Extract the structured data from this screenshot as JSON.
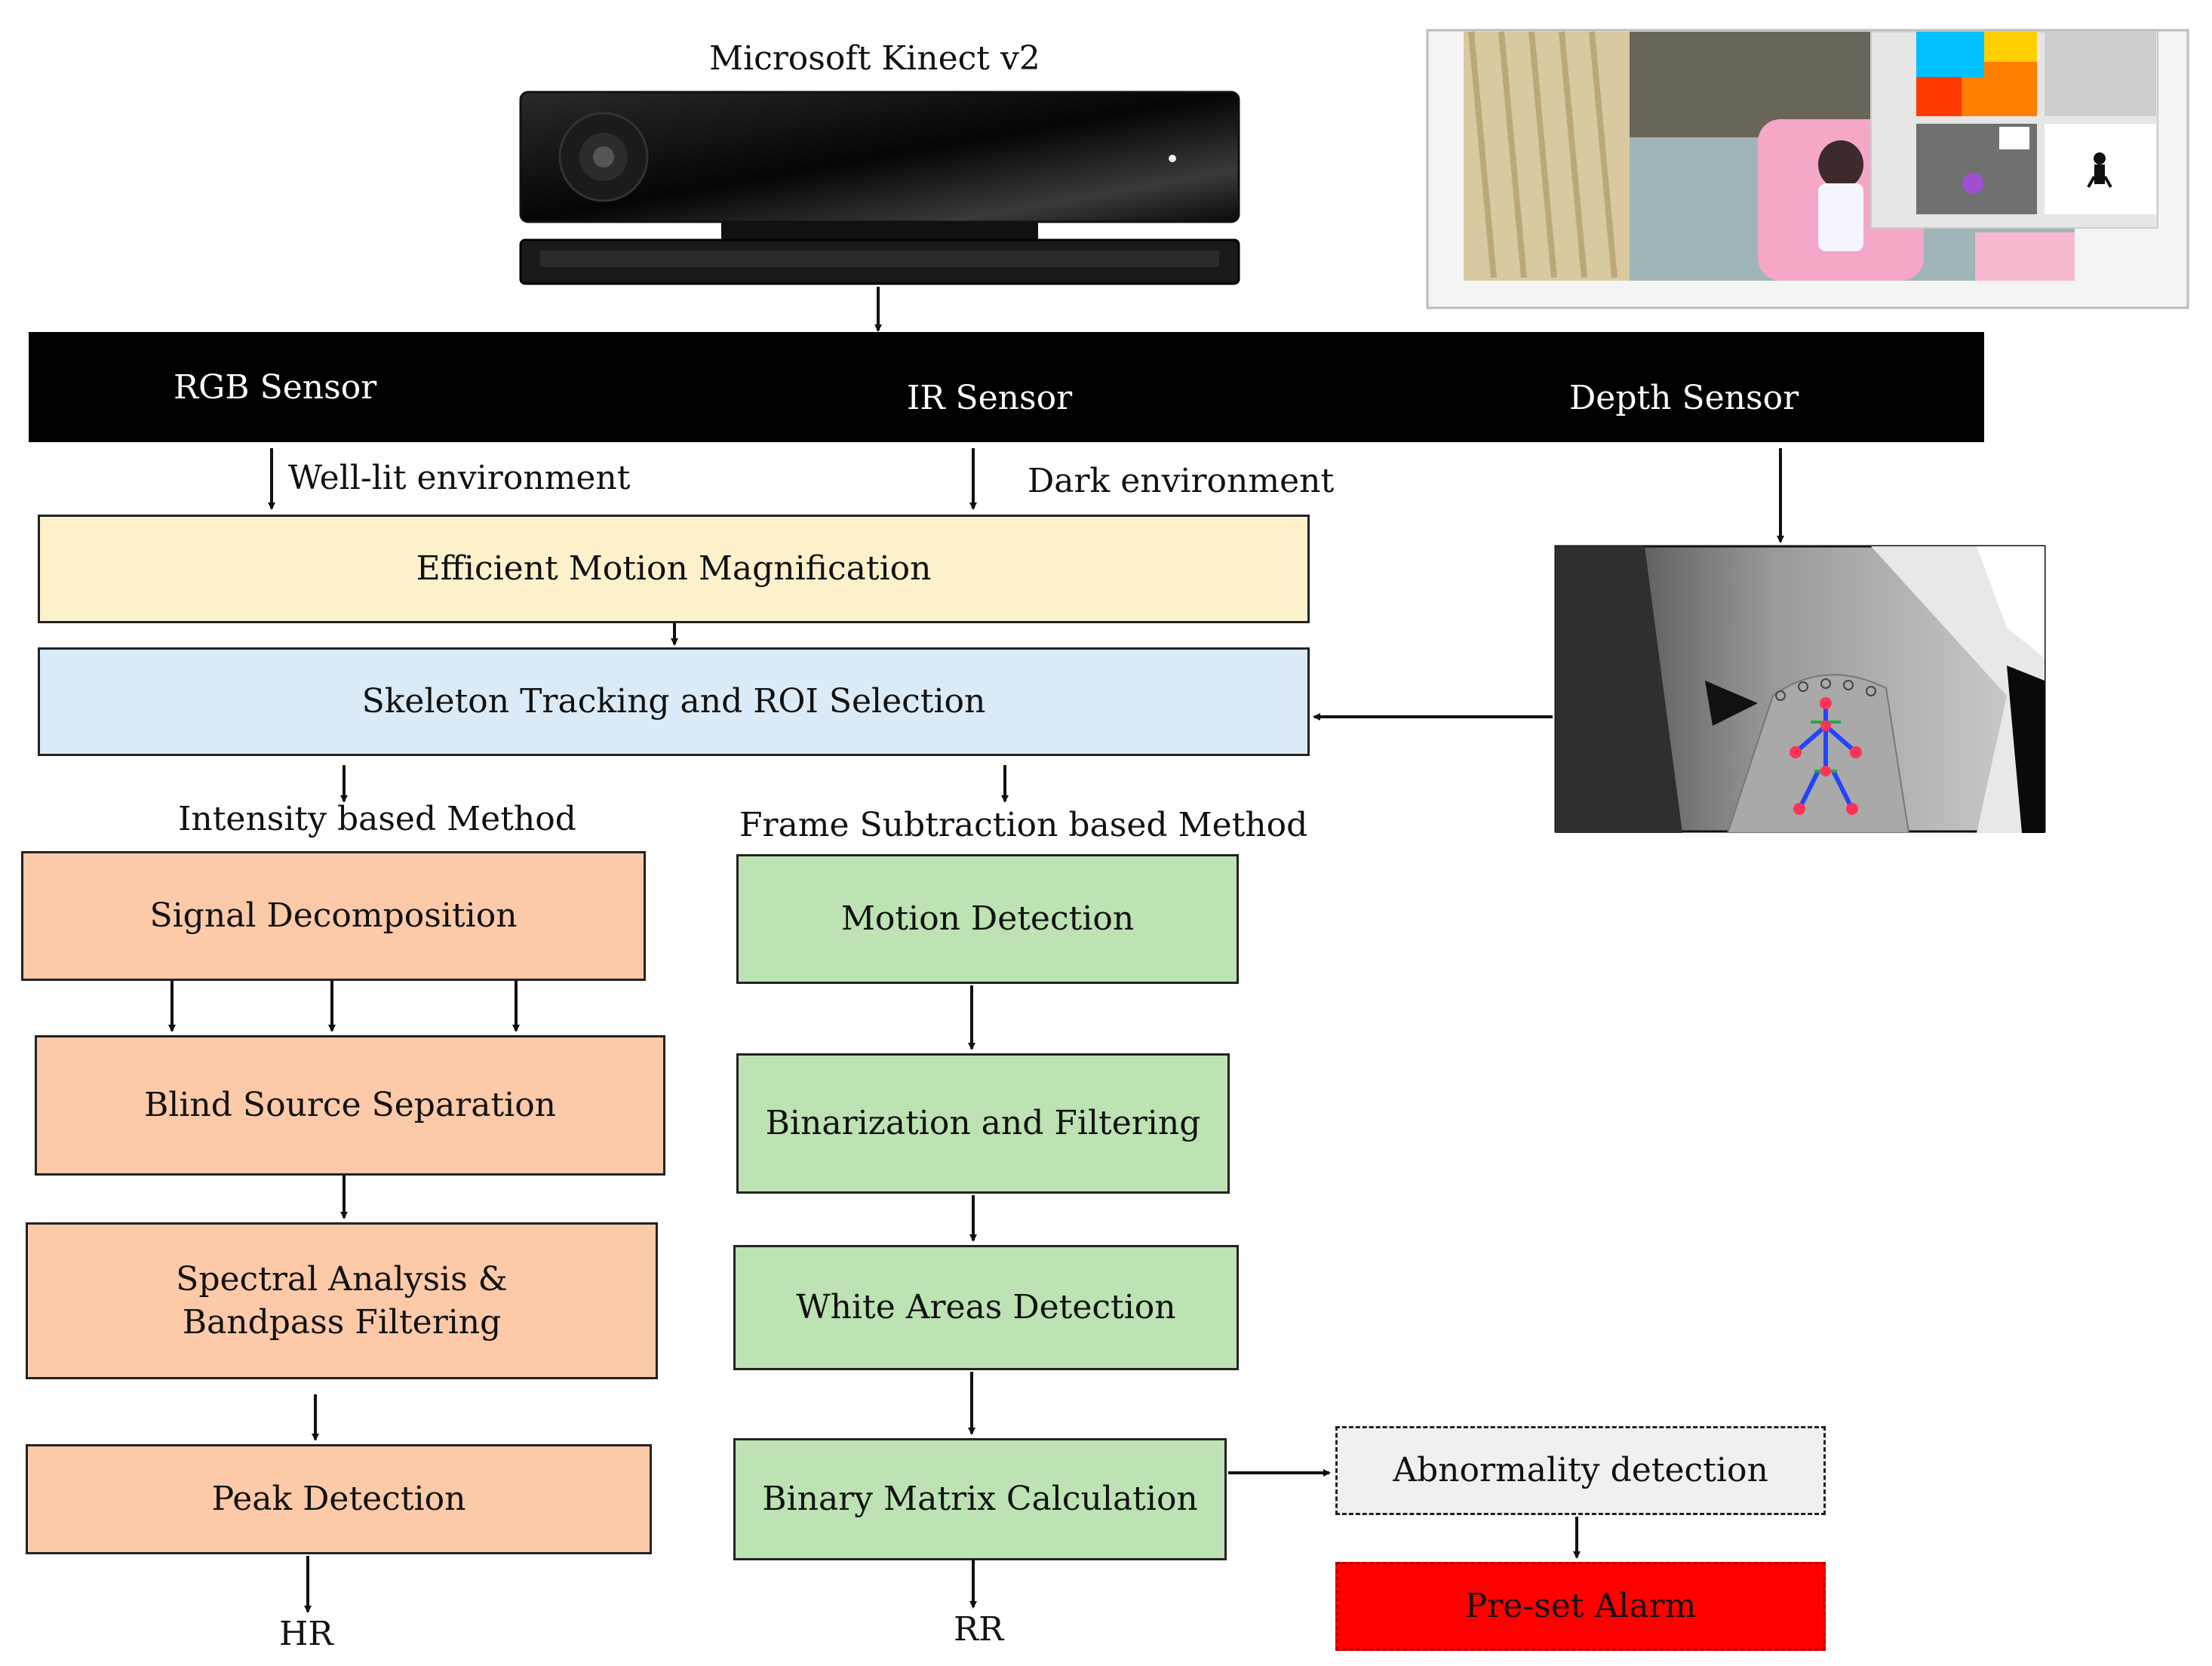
{
  "device": {
    "title": "Microsoft Kinect v2"
  },
  "sensors": {
    "rgb": "RGB Sensor",
    "ir": "IR Sensor",
    "depth": "Depth Sensor"
  },
  "environments": {
    "well_lit": "Well-lit environment",
    "dark": "Dark environment"
  },
  "common": {
    "motion_magnification": "Efficient Motion Magnification",
    "skeleton_tracking": "Skeleton Tracking and ROI Selection"
  },
  "intensity_method": {
    "title": "Intensity based Method",
    "steps": [
      "Signal Decomposition",
      "Blind Source Separation",
      "Spectral Analysis & Bandpass Filtering",
      "Peak Detection"
    ],
    "output": "HR"
  },
  "frame_method": {
    "title": "Frame Subtraction based Method",
    "steps": [
      "Motion Detection",
      "Binarization and Filtering",
      "White Areas Detection",
      "Binary Matrix Calculation"
    ],
    "output": "RR"
  },
  "abnormality": {
    "detection": "Abnormality detection",
    "alarm": "Pre-set Alarm"
  },
  "colors": {
    "intensity_boxes": "#fccaa8",
    "frame_boxes": "#bde2b3",
    "magnification_box": "#fdf1cc",
    "tracking_box": "#dbeaf7",
    "alarm": "#ff0000",
    "sensor_bar": "#000000"
  }
}
